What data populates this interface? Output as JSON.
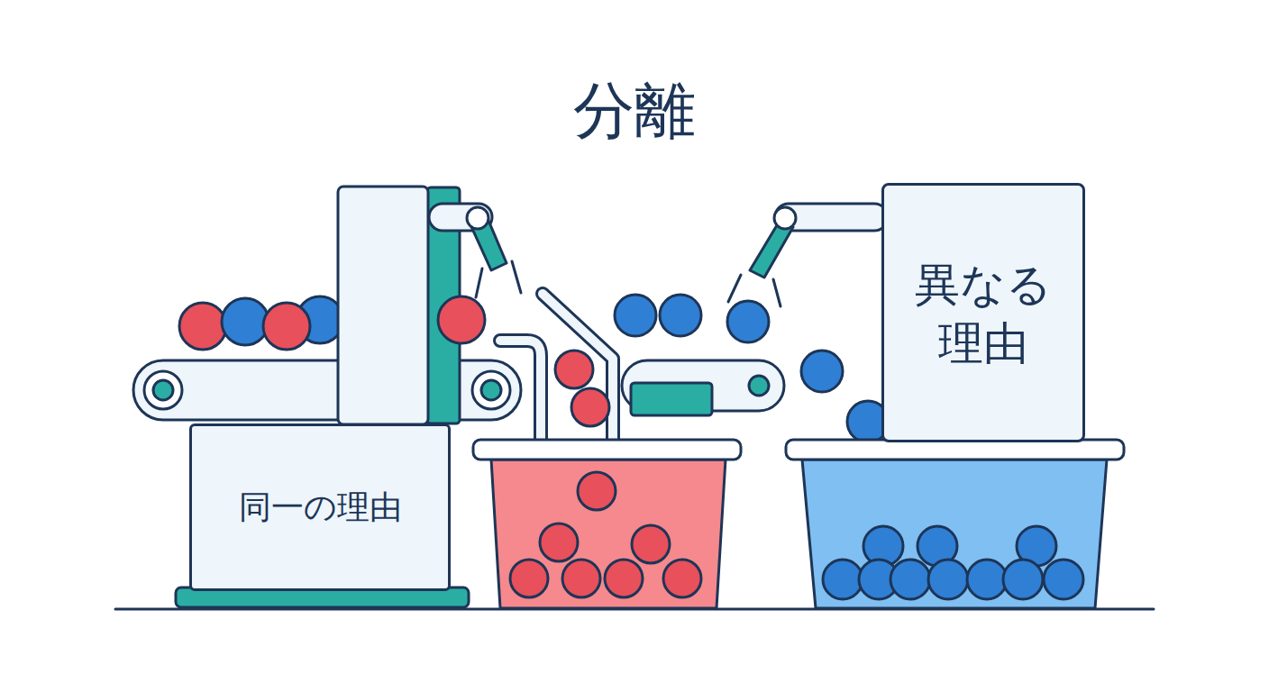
{
  "diagram": {
    "title": "分離",
    "nodes": [
      {
        "text": [
          "同一の理由"
        ]
      },
      {
        "text": [
          "異なる 理由"
        ]
      }
    ]
  }
}
